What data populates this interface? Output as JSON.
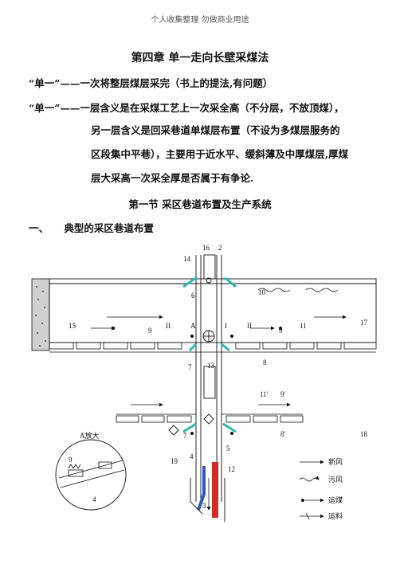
{
  "header_note": "个人收集整理  勿做商业用途",
  "chapter_title": "第四章  单一走向长壁采煤法",
  "paragraphs": {
    "p1": "“单一”——一次将整层煤层采完（书上的提法,有问题）",
    "p2": "“单一”——一层含义是在采煤工艺上一次采全高（不分层，不放顶煤），",
    "p3": "另一层含义是回采巷道单煤层布置（不设为多煤层服务的",
    "p4": "区段集中平巷），主要用于近水平、缓斜薄及中厚煤层,厚煤",
    "p5": "层大采高一次采全厚是否属于有争论."
  },
  "section_title": "第一节    采区巷道布置及生产系统",
  "subsection": {
    "number": "一、",
    "text": "典型的采区巷道布置"
  },
  "figure": {
    "labels": [
      "16",
      "2",
      "14",
      "10",
      "6",
      "15",
      "9",
      "II",
      "A",
      "I",
      "II",
      "9",
      "11",
      "17",
      "7",
      "8",
      "13",
      "11′",
      "9′",
      "8′",
      "18",
      "7",
      "19",
      "4",
      "5",
      "12",
      "3",
      "A放大",
      "9",
      "4"
    ],
    "legend": {
      "fresh_air": "新风",
      "foul_air": "污风",
      "coal": "运煤",
      "material": "运料"
    },
    "colors": {
      "air_door": "#2fb8a8",
      "red_shaft": "#d42a2a",
      "blue_shaft": "#3256c8"
    }
  }
}
